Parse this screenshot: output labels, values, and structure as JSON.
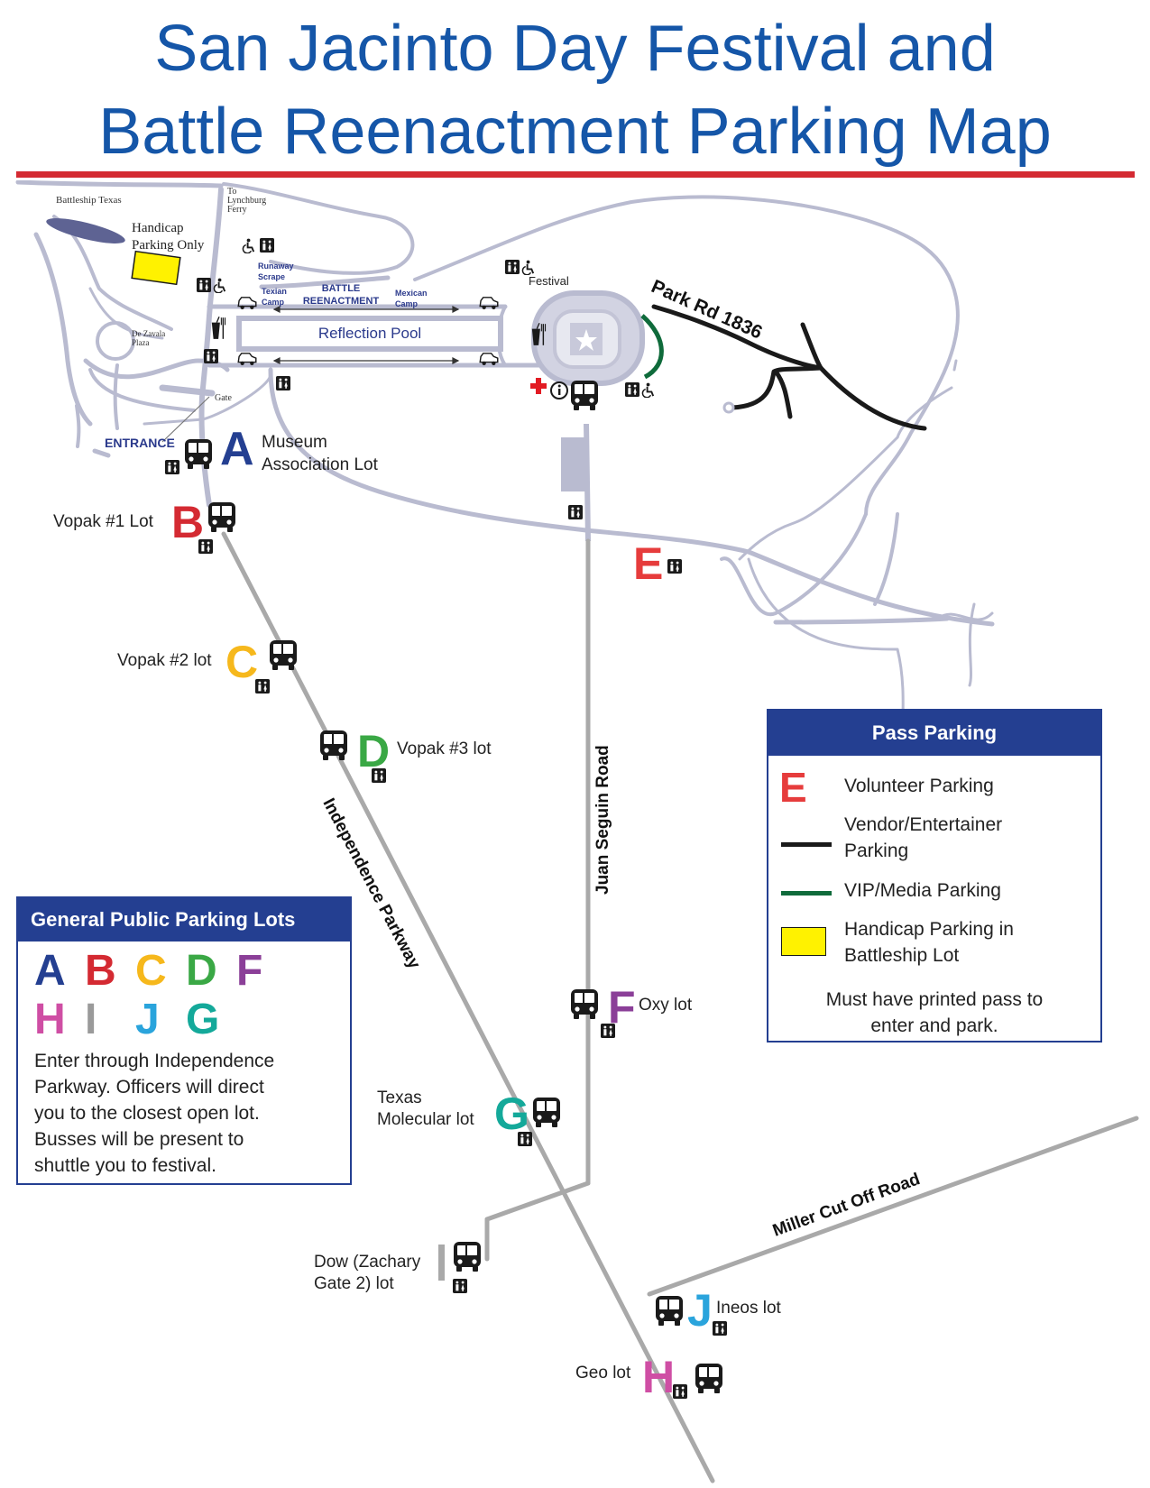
{
  "title": {
    "line1": "San Jacinto Day Festival and",
    "line2": "Battle Reenactment Parking Map"
  },
  "colors": {
    "title": "#1556a8",
    "rule": "#d42a32",
    "road": "#b9bbd0",
    "highway": "#a9a9a9",
    "A": "#243f91",
    "B": "#d42a32",
    "C": "#f6b81c",
    "D": "#3aa845",
    "E": "#e63c3c",
    "F": "#8b3f98",
    "G": "#14a99a",
    "H": "#cf4ea4",
    "I": "#9a9a9a",
    "J": "#2aa4dc",
    "vendor": "#1a1a1a",
    "vip": "#0f6b3b",
    "handicap": "#fff200"
  },
  "map": {
    "battleship": "Battleship Texas",
    "lynchburg": [
      "To",
      "Lynchburg",
      "Ferry"
    ],
    "handicap_only": [
      "Handicap",
      "Parking Only"
    ],
    "runaway": [
      "Runaway",
      "Scrape"
    ],
    "texian": [
      "Texian",
      "Camp"
    ],
    "battle": [
      "BATTLE",
      "REENACTMENT"
    ],
    "mexican": [
      "Mexican",
      "Camp"
    ],
    "reflection_pool": "Reflection Pool",
    "festival": "Festival",
    "de_zavala": [
      "De Zavala",
      "Plaza"
    ],
    "gate": "Gate",
    "entrance": "ENTRANCE",
    "park_rd": "Park Rd 1836",
    "independence": "Independence Parkway",
    "juan_seguin": "Juan Seguin Road",
    "miller": "Miller Cut Off Road",
    "info_icon": "information-icon",
    "firstaid_icon": "first-aid-cross-icon"
  },
  "lots": {
    "A": {
      "letter": "A",
      "name": [
        "Museum",
        "Association Lot"
      ]
    },
    "B": {
      "letter": "B",
      "name": "Vopak #1 Lot"
    },
    "C": {
      "letter": "C",
      "name": "Vopak #2 lot"
    },
    "D": {
      "letter": "D",
      "name": "Vopak #3 lot"
    },
    "E": {
      "letter": "E"
    },
    "F": {
      "letter": "F",
      "name": "Oxy lot"
    },
    "G": {
      "letter": "G",
      "name": [
        "Texas",
        "Molecular lot"
      ]
    },
    "I": {
      "letter": "I",
      "name": [
        "Dow (Zachary",
        "Gate 2) lot"
      ]
    },
    "J": {
      "letter": "J",
      "name": "Ineos lot"
    },
    "H": {
      "letter": "H",
      "name": "Geo lot"
    }
  },
  "general_box": {
    "title": "General Public Parking Lots",
    "row1": [
      "A",
      "B",
      "C",
      "D",
      "F"
    ],
    "row2": [
      "H",
      "I",
      "J",
      "G"
    ],
    "text": [
      "Enter through Independence",
      "Parkway. Officers will direct",
      "you to the closest open lot.",
      "Busses will be present to",
      "shuttle you to festival."
    ]
  },
  "pass_box": {
    "title": "Pass Parking",
    "letter": "E",
    "volunteer": "Volunteer Parking",
    "vendor": [
      "Vendor/Entertainer",
      "Parking"
    ],
    "vip": "VIP/Media Parking",
    "handicap": [
      "Handicap Parking in",
      "Battleship Lot"
    ],
    "note": [
      "Must have printed pass to",
      "enter and park."
    ]
  }
}
